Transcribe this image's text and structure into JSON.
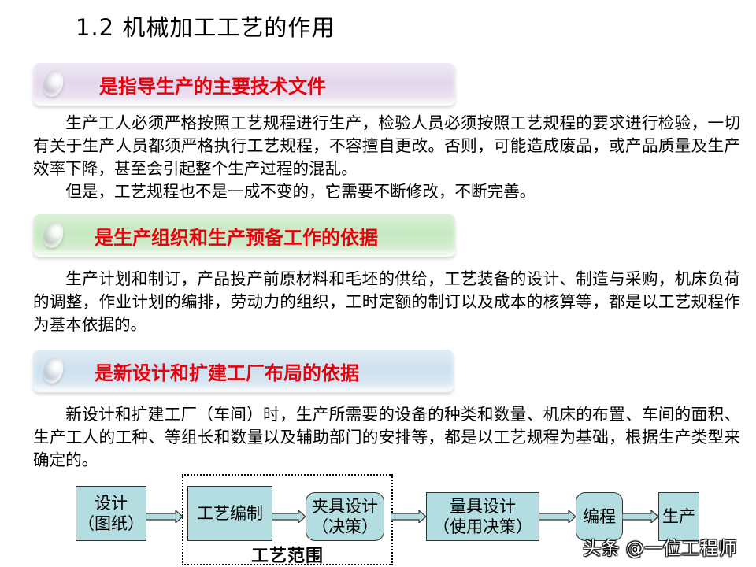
{
  "title": "1.2 机械加工工艺的作用",
  "sections": [
    {
      "heading": "是指导生产的主要技术文件",
      "band_color": "#e3d7ec",
      "paragraphs": [
        "生产工人必须严格按照工艺规程进行生产，检验人员必须按照工艺规程的要求进行检验，一切有关于生产人员都须严格执行工艺规程，不容擅自更改。否则，可能造成废品，或产品质量及生产效率下降，甚至会引起整个生产过程的混乱。",
        "但是，工艺规程也不是一成不变的，它需要不断修改，不断完善。"
      ]
    },
    {
      "heading": "是生产组织和生产预备工作的依据",
      "band_color": "#c6e8c1",
      "paragraphs": [
        "生产计划和制订，产品投产前原材料和毛坯的供给，工艺装备的设计、制造与采购，机床负荷的调整，作业计划的编排，劳动力的组织，工时定额的制订以及成本的核算等，都是以工艺规程作为基本依据的。"
      ]
    },
    {
      "heading": "是新设计和扩建工厂布局的依据",
      "band_color": "#cde0ee",
      "paragraphs": [
        "新设计和扩建工厂（车间）时，生产所需要的设备的种类和数量、机床的布置、车间的面积、生产工人的工种、等组长和数量以及辅助部门的安排等，都是以工艺规程为基础，根据生产类型来确定的。"
      ]
    }
  ],
  "heading_color": "#e8000b",
  "flow": {
    "box_color": "#b3dde0",
    "nodes": [
      {
        "line1": "设计",
        "line2": "（图纸）"
      },
      {
        "line1": "工艺编制",
        "line2": ""
      },
      {
        "line1": "夹具设计",
        "line2": "（决策）"
      },
      {
        "line1": "量具设计",
        "line2": "（使用决策）"
      },
      {
        "line1": "编程",
        "line2": ""
      },
      {
        "line1": "生产",
        "line2": ""
      }
    ],
    "scope_label": "工艺范围"
  },
  "watermark": "头条 @一位工程师"
}
